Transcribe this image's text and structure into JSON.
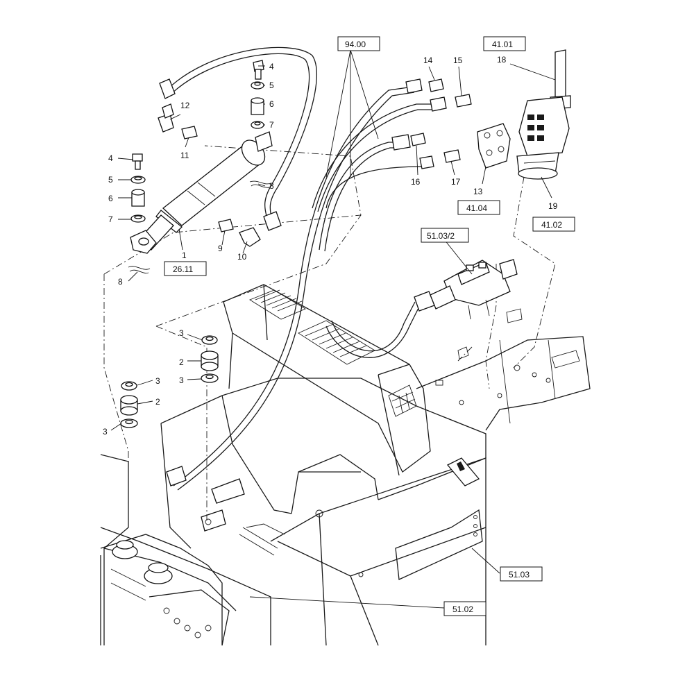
{
  "diagram": {
    "callouts": {
      "c1": "1",
      "c2a": "2",
      "c2b": "2",
      "c3a": "3",
      "c3b": "3",
      "c3c": "3",
      "c3d": "3",
      "c4a": "4",
      "c4b": "4",
      "c5a": "5",
      "c5b": "5",
      "c6a": "6",
      "c6b": "6",
      "c7a": "7",
      "c7b": "7",
      "c8a": "8",
      "c8b": "8",
      "c9": "9",
      "c10": "10",
      "c11": "11",
      "c12": "12",
      "c13": "13",
      "c14": "14",
      "c15": "15",
      "c16": "16",
      "c17": "17",
      "c18": "18",
      "c19": "19"
    },
    "references": {
      "r9400": "94.00",
      "r4101": "41.01",
      "r4104": "41.04",
      "r4102": "41.02",
      "r2611": "26.11",
      "r5103_2": "51.03/2",
      "r5103": "51.03",
      "r5102": "51.02"
    }
  }
}
